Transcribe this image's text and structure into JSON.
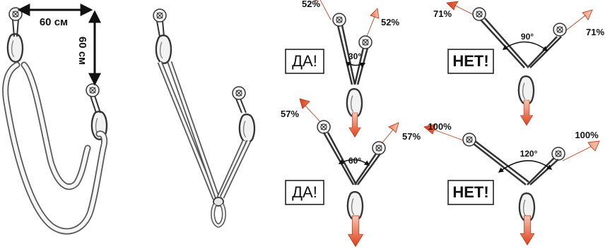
{
  "measure": {
    "horizontal": "60 см",
    "vertical": "60 см"
  },
  "panels": [
    {
      "verdict": "ДА!",
      "angle": "30°",
      "left_load": "52%",
      "right_load": "52%"
    },
    {
      "verdict": "НЕТ!",
      "angle": "90°",
      "left_load": "71%",
      "right_load": "71%"
    },
    {
      "verdict": "ДА!",
      "angle": "60°",
      "left_load": "57%",
      "right_load": "57%"
    },
    {
      "verdict": "НЕТ!",
      "angle": "120°",
      "left_load": "100%",
      "right_load": "100%"
    }
  ],
  "colors": {
    "arrow": "#e8502a",
    "sling": "#555555",
    "carabiner": "#444444"
  }
}
